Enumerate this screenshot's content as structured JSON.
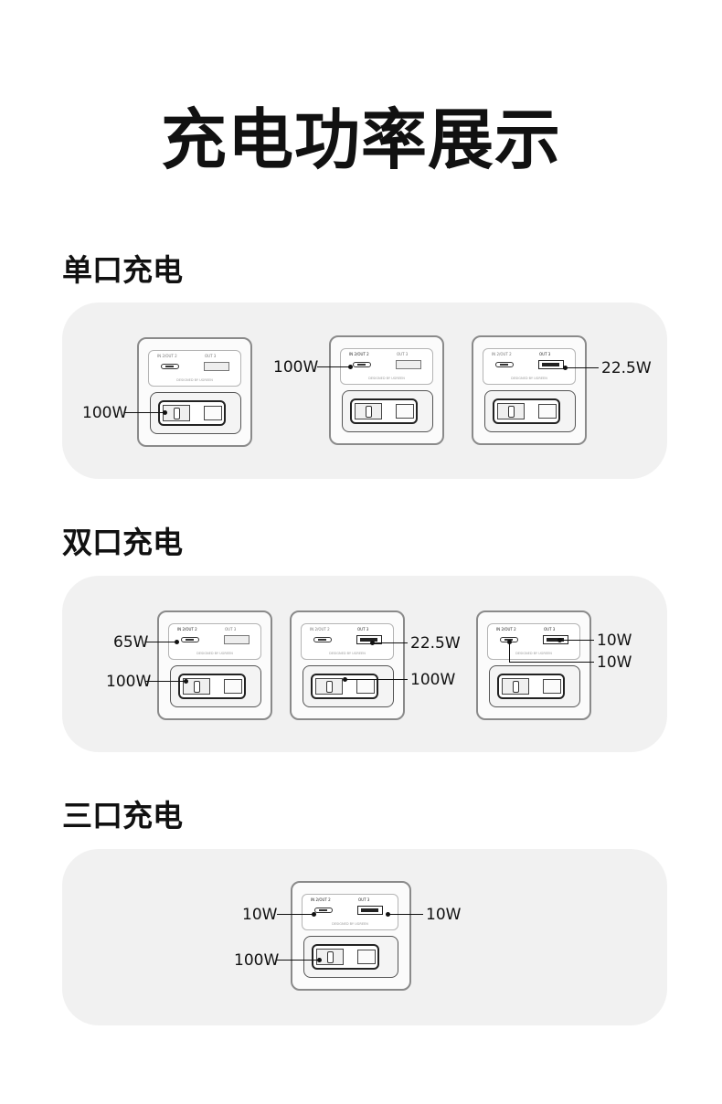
{
  "title": "充电功率展示",
  "device_labels": {
    "port1": "IN 2/OUT 2",
    "port2": "OUT 3",
    "brand": "DESIGNED BY UGREEN"
  },
  "sections": [
    {
      "title": "单口充电",
      "devices": [
        {
          "cable_watt": "100W"
        },
        {
          "c_watt": "100W"
        },
        {
          "a_watt": "22.5W"
        }
      ]
    },
    {
      "title": "双口充电",
      "devices": [
        {
          "c_watt": "65W",
          "cable_watt": "100W"
        },
        {
          "a_watt": "22.5W",
          "cable_watt": "100W"
        },
        {
          "a_watt": "10W",
          "c_watt": "10W"
        }
      ]
    },
    {
      "title": "三口充电",
      "devices": [
        {
          "c_watt": "10W",
          "a_watt": "10W",
          "cable_watt": "100W"
        }
      ]
    }
  ]
}
